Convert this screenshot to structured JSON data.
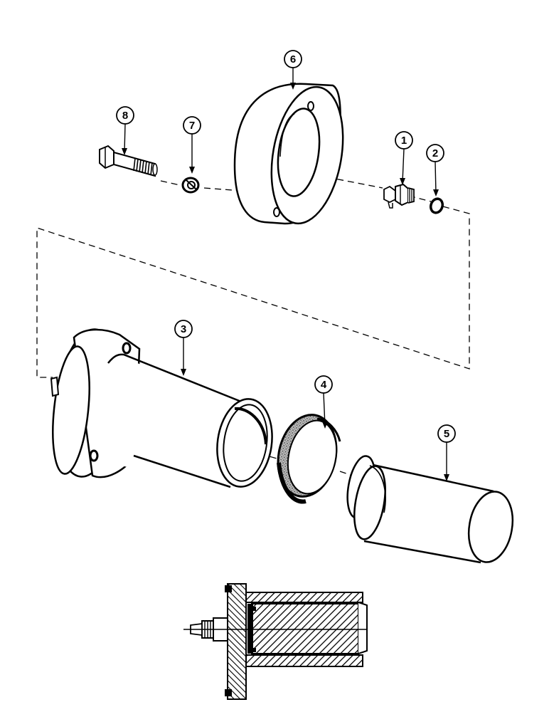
{
  "diagram": {
    "callouts": [
      {
        "key": "fitting",
        "label": "1"
      },
      {
        "key": "o_ring",
        "label": "2"
      },
      {
        "key": "cylinder_housing",
        "label": "3"
      },
      {
        "key": "seal_ring",
        "label": "4"
      },
      {
        "key": "piston",
        "label": "5"
      },
      {
        "key": "spacer_ring",
        "label": "6"
      },
      {
        "key": "lock_washer",
        "label": "7"
      },
      {
        "key": "bolt",
        "label": "8"
      }
    ]
  }
}
